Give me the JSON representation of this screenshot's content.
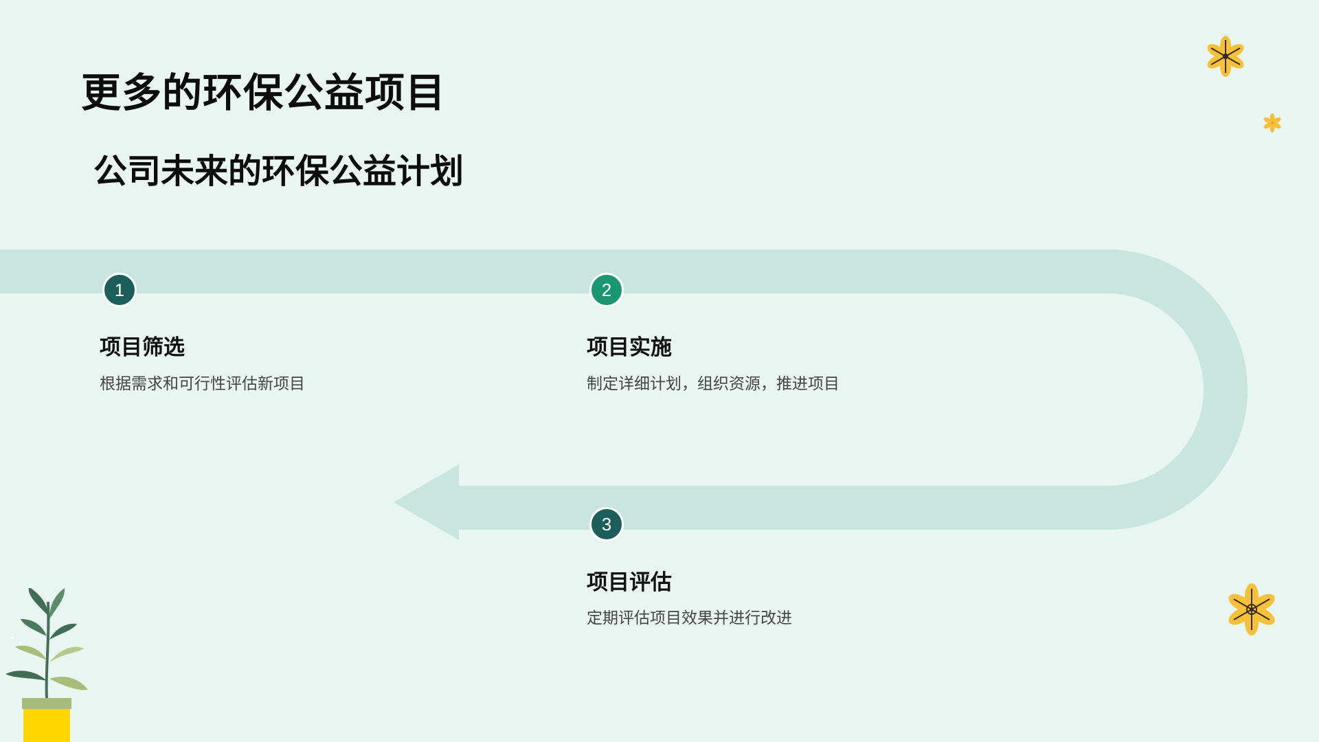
{
  "slide": {
    "title": "更多的环保公益项目",
    "subtitle": "公司未来的环保公益计划"
  },
  "steps": [
    {
      "number": "1",
      "title": "项目筛选",
      "description": "根据需求和可行性评估新项目",
      "color": "#1b5e5a"
    },
    {
      "number": "2",
      "title": "项目实施",
      "description": "制定详细计划，组织资源，推进项目",
      "color": "#1a9673"
    },
    {
      "number": "3",
      "title": "项目评估",
      "description": "定期评估项目效果并进行改进",
      "color": "#1b5e5a"
    }
  ],
  "colors": {
    "background": "#e8f5f1",
    "path": "#c8e5de",
    "flower": "#f6c13a",
    "pot": "#ffd600"
  },
  "decorations": {
    "icons": [
      "flower-icon",
      "plant-pot-icon"
    ]
  }
}
